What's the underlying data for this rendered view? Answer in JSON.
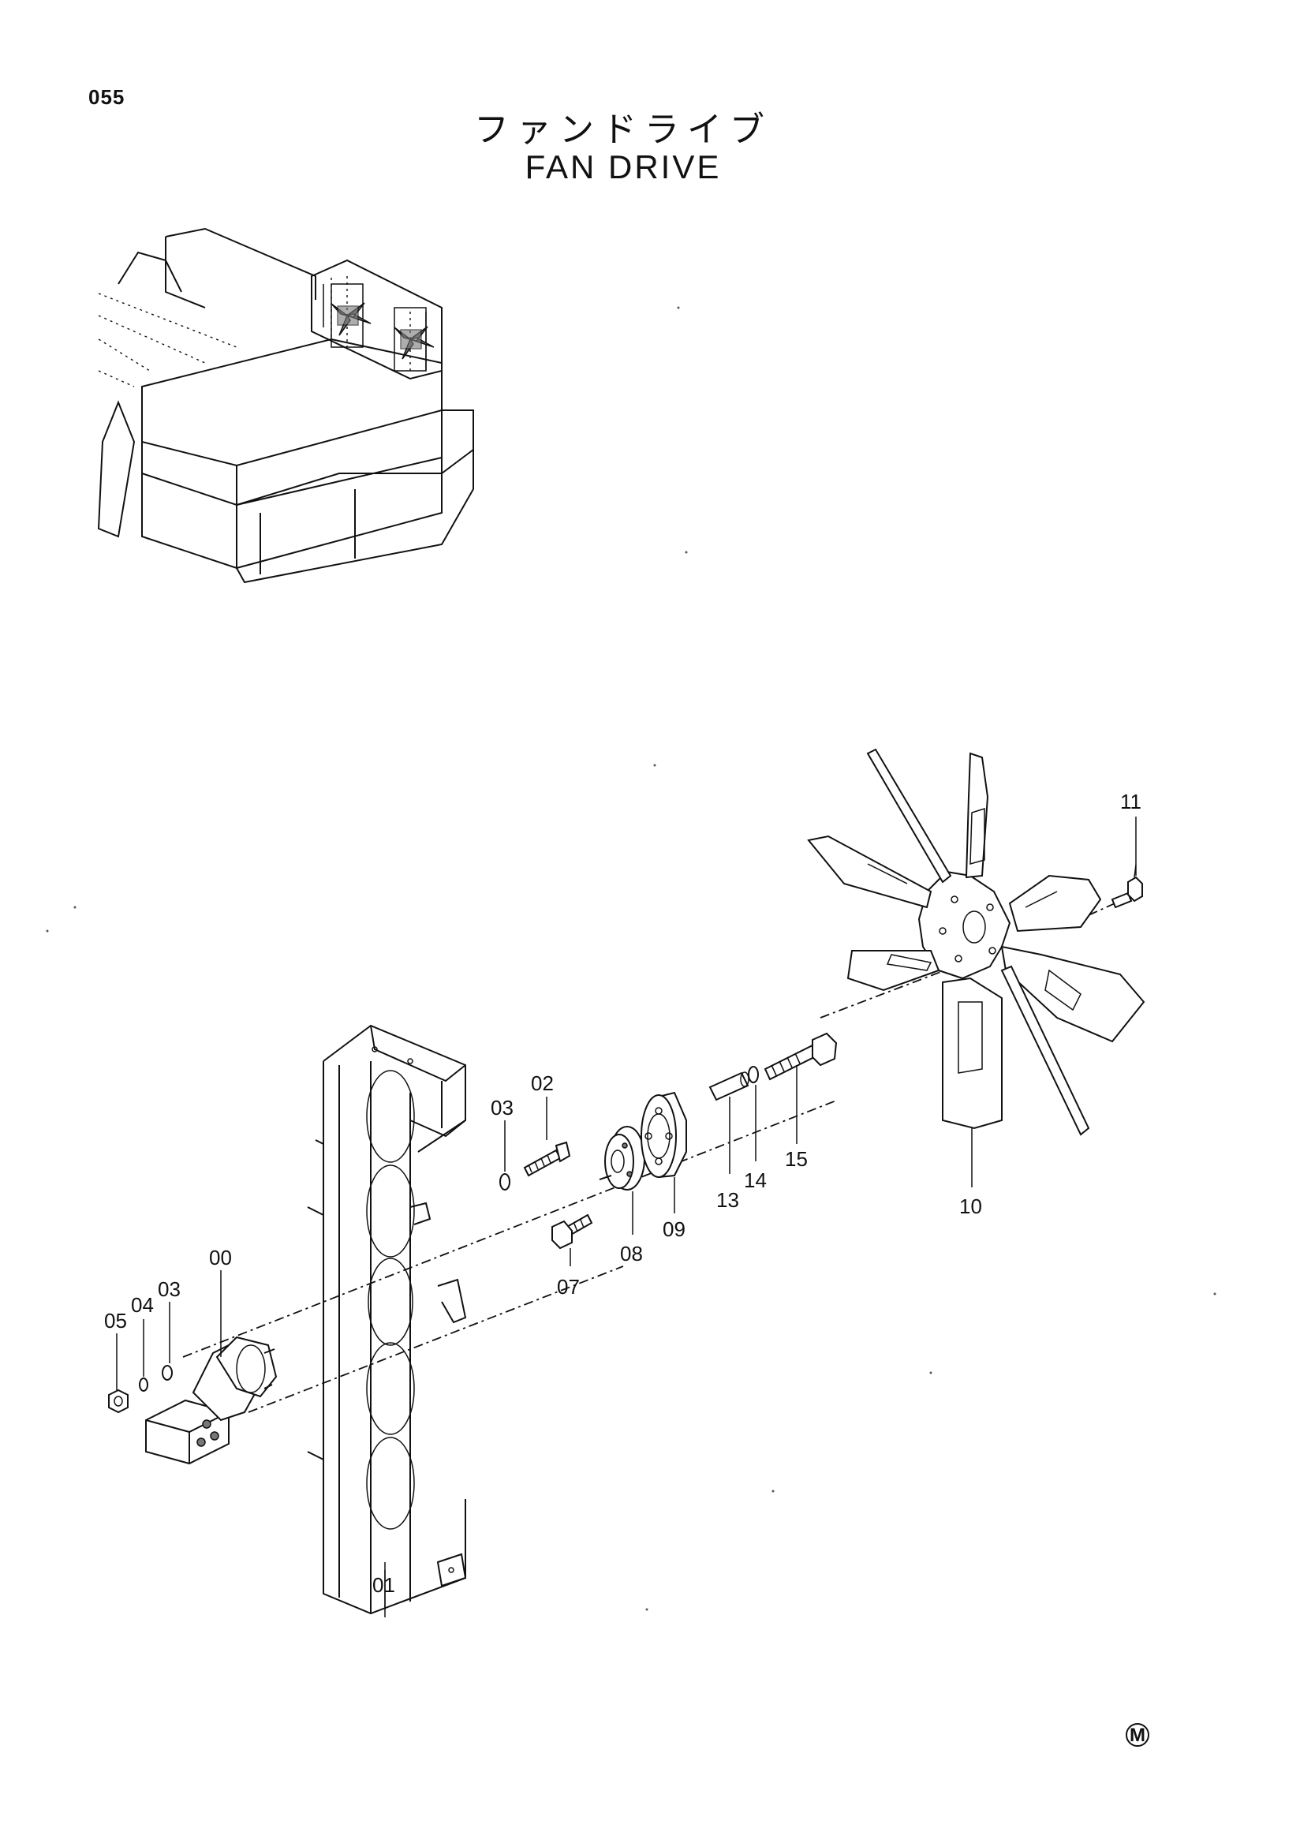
{
  "page": {
    "number": "055",
    "title_jp": "ファンドライブ",
    "title_en": "FAN DRIVE",
    "mark": "M"
  },
  "callouts": [
    {
      "id": "c00",
      "label": "00"
    },
    {
      "id": "c01",
      "label": "01"
    },
    {
      "id": "c02",
      "label": "02"
    },
    {
      "id": "c03a",
      "label": "03"
    },
    {
      "id": "c03b",
      "label": "03"
    },
    {
      "id": "c04",
      "label": "04"
    },
    {
      "id": "c05",
      "label": "05"
    },
    {
      "id": "c07",
      "label": "07"
    },
    {
      "id": "c08",
      "label": "08"
    },
    {
      "id": "c09",
      "label": "09"
    },
    {
      "id": "c10",
      "label": "10"
    },
    {
      "id": "c11",
      "label": "11"
    },
    {
      "id": "c13",
      "label": "13"
    },
    {
      "id": "c14",
      "label": "14"
    },
    {
      "id": "c15",
      "label": "15"
    }
  ]
}
